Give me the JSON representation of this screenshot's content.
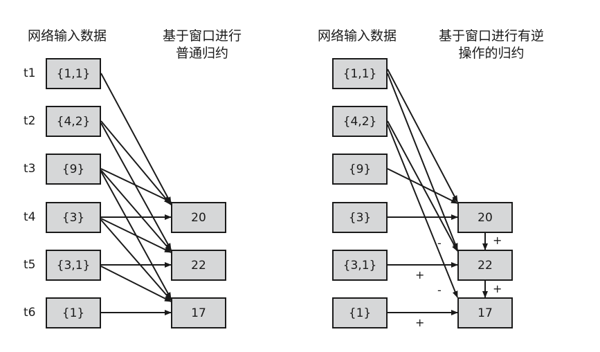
{
  "left_panel": {
    "input_header": "网络输入数据",
    "window_header": [
      "基于窗口进行",
      "普通归约"
    ],
    "rows": [
      {
        "time": "t1",
        "value": "{1,1}"
      },
      {
        "time": "t2",
        "value": "{4,2}"
      },
      {
        "time": "t3",
        "value": "{9}"
      },
      {
        "time": "t4",
        "value": "{3}"
      },
      {
        "time": "t5",
        "value": "{3,1}"
      },
      {
        "time": "t6",
        "value": "{1}"
      }
    ],
    "results": [
      "20",
      "22",
      "17"
    ]
  },
  "right_panel": {
    "input_header": "网络输入数据",
    "window_header": [
      "基于窗口进行有逆",
      "操作的归约"
    ],
    "rows": [
      {
        "value": "{1,1}"
      },
      {
        "value": "{4,2}"
      },
      {
        "value": "{9}"
      },
      {
        "value": "{3}"
      },
      {
        "value": "{3,1}"
      },
      {
        "value": "{1}"
      }
    ],
    "results": [
      "20",
      "22",
      "17"
    ],
    "signs": {
      "plus_20_to_22": "+",
      "plus_22_to_17": "+",
      "minus_to_22": "-",
      "minus_to_17": "-",
      "plus_from_31": "+",
      "plus_from_1": "+"
    }
  },
  "colors": {
    "box_fill": "#d6d7d8",
    "line": "#1a1a1a"
  }
}
